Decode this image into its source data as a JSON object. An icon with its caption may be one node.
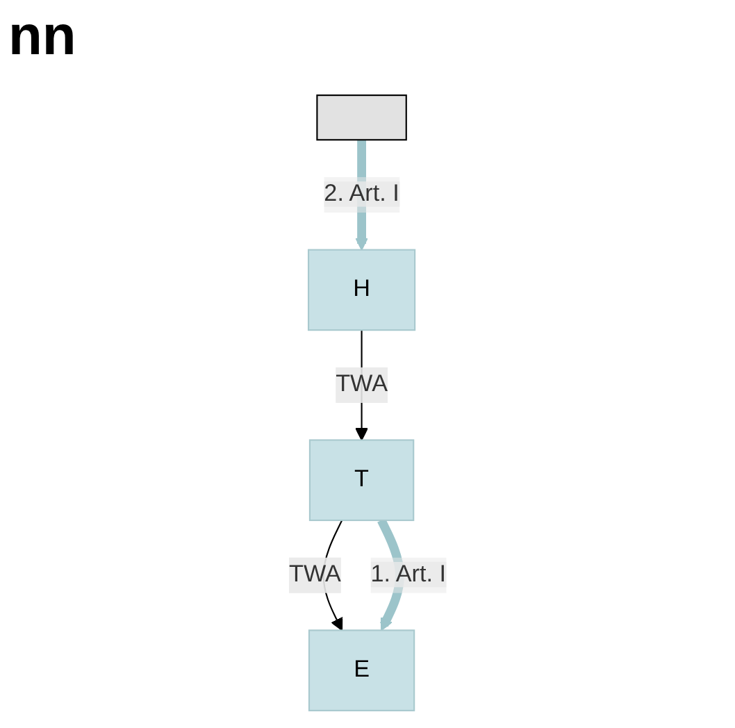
{
  "diagram": {
    "title": "nn",
    "nodes": [
      {
        "text": [
          "H"
        ]
      },
      {
        "text": [],
        "shape": "box"
      },
      {
        "text": [
          "T"
        ]
      },
      {
        "text": [
          "E"
        ]
      }
    ],
    "edges": [
      {
        "from": 1,
        "to": 0,
        "arrow": "to",
        "label": "2. Art. I",
        "style": "thick",
        "color": "#9cc4ca"
      },
      {
        "from": 0,
        "to": 2,
        "arrow": "to",
        "label": "TWA",
        "color": "#000000"
      },
      {
        "from": 2,
        "to": 3,
        "arrow": "to",
        "label": "TWA",
        "color": "#000000"
      },
      {
        "from": 2,
        "to": 3,
        "arrow": "to",
        "label": "1. Art. I",
        "style": "thick",
        "color": "#9cc4ca"
      }
    ]
  }
}
